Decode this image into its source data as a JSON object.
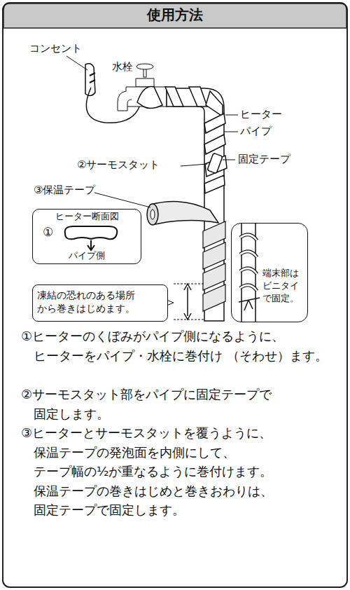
{
  "diagram": {
    "title": "使用方法",
    "nodes": [
      {
        "text": [
          "ヒーター断面図",
          "①",
          "パイプ側"
        ]
      },
      {
        "text": [
          "凍結の恐れのある場所 から巻きはじめます。"
        ]
      },
      {
        "text": [
          "端末部は ビニタイ で固定。"
        ]
      }
    ],
    "labels": [
      "コンセント",
      "水栓",
      "ヒーター",
      "パイプ",
      "②サーモスタット",
      "固定テープ",
      "③保温テープ",
      "①ヒーターのくぼみがパイプ側になるように、 ヒーターをパイプ・水栓に巻付け （そわせ）ます。",
      "②サーモスタット部をパイプに固定テープで 固定します。",
      "③ヒーターとサーモスタットを覆うように、 保温テープの発泡面を内側にして、 テープ幅の½が重なるように巻付けます。 保温テープの巻きはじめと巻きおわりは、 固定テープで固定します。"
    ]
  }
}
